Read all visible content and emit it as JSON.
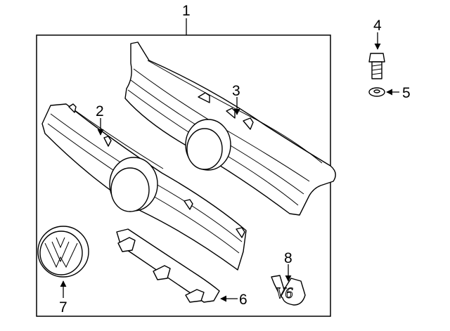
{
  "diagram": {
    "frame_color": "#000000",
    "parts": [
      {
        "callout": "1",
        "icon": "grille-assembly-frame"
      },
      {
        "callout": "2",
        "icon": "lower-grille"
      },
      {
        "callout": "3",
        "icon": "upper-grille"
      },
      {
        "callout": "4",
        "icon": "bolt-icon"
      },
      {
        "callout": "5",
        "icon": "washer-icon"
      },
      {
        "callout": "6",
        "icon": "grille-bracket"
      },
      {
        "callout": "7",
        "icon": "emblem-icon"
      },
      {
        "callout": "8",
        "icon": "v6-badge"
      }
    ],
    "badge_text": "V6"
  }
}
